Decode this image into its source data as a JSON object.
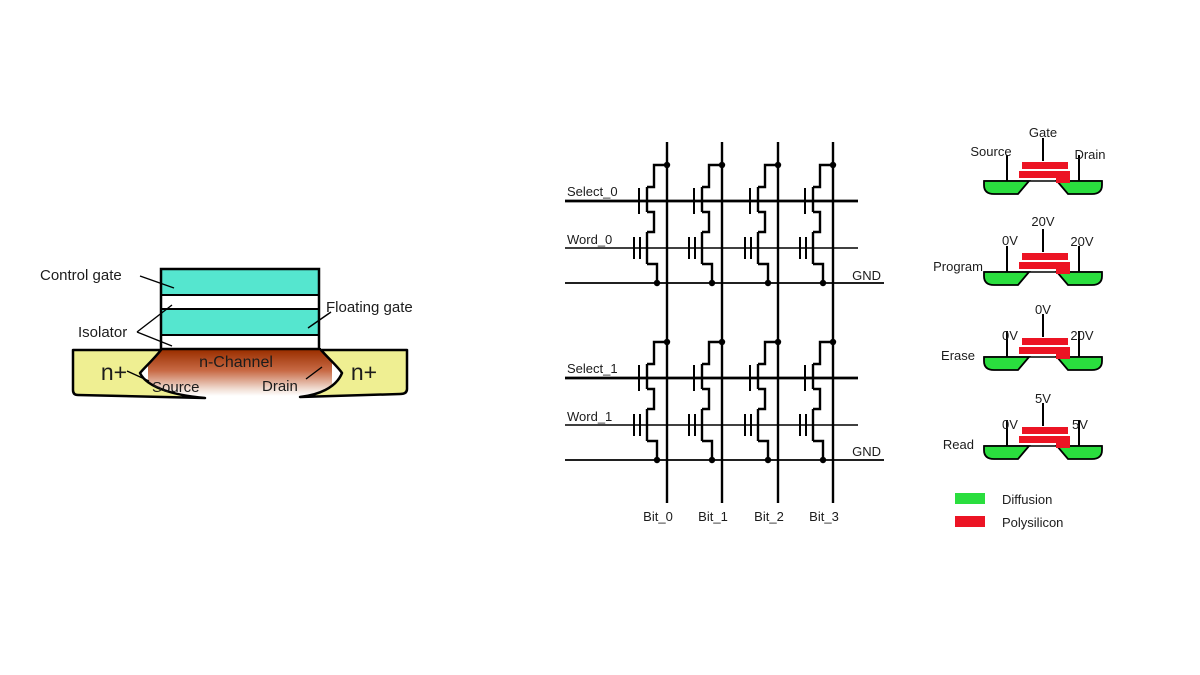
{
  "left_diagram": {
    "labels": {
      "control_gate": "Control gate",
      "floating_gate": "Floating gate",
      "isolator": "Isolator",
      "source": "Source",
      "drain": "Drain",
      "channel": "n-Channel",
      "n_plus_left": "n+",
      "n_plus_right": "n+"
    },
    "colors": {
      "gate": "#55e6cf",
      "n_plus": "#efef92",
      "channel_top": "#9a2f00",
      "channel_mid": "#c86a45",
      "channel_text": "#7a1500"
    }
  },
  "schematic": {
    "row0": {
      "select": "Select_0",
      "word": "Word_0",
      "gnd": "GND"
    },
    "row1": {
      "select": "Select_1",
      "word": "Word_1",
      "gnd": "GND"
    },
    "bit_labels": [
      "Bit_0",
      "Bit_1",
      "Bit_2",
      "Bit_3"
    ]
  },
  "operations": {
    "terminals": {
      "gate": "Gate",
      "source": "Source",
      "drain": "Drain"
    },
    "rows": [
      {
        "name": "Program",
        "gate_v": "20V",
        "source_v": "0V",
        "drain_v": "20V"
      },
      {
        "name": "Erase",
        "gate_v": "0V",
        "source_v": "0V",
        "drain_v": "20V"
      },
      {
        "name": "Read",
        "gate_v": "5V",
        "source_v": "0V",
        "drain_v": "5V"
      }
    ],
    "legend": [
      {
        "label": "Diffusion",
        "color": "#2ade3e"
      },
      {
        "label": "Polysilicon",
        "color": "#ec1424"
      }
    ]
  }
}
